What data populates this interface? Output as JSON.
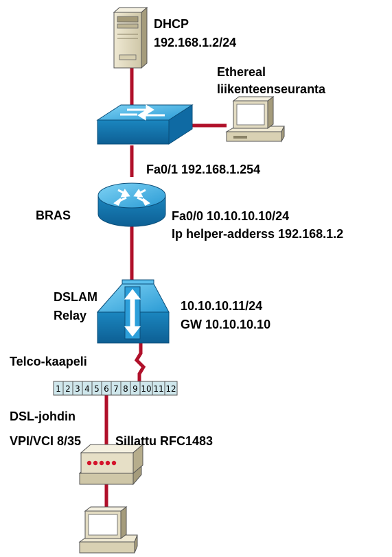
{
  "labels": {
    "dhcp_name": "DHCP",
    "dhcp_ip": "192.168.1.2/24",
    "monitor_line1": "Ethereal",
    "monitor_line2": "liikenteenseuranta",
    "fa01": "Fa0/1 192.168.1.254",
    "bras": "BRAS",
    "fa00": "Fa0/0 10.10.10.10/24",
    "ip_helper": "Ip helper-adderss 192.168.1.2",
    "dslam_line1": "DSLAM",
    "dslam_line2": "Relay",
    "dslam_ip": "10.10.10.11/24",
    "dslam_gw": "GW 10.10.10.10",
    "telco": "Telco-kaapeli",
    "dsl_wire": "DSL-johdin",
    "vpi_vci": "VPI/VCI 8/35",
    "bridged": "Sillattu RFC1483"
  },
  "patch_panel_ports": [
    "1",
    "2",
    "3",
    "4",
    "5",
    "6",
    "7",
    "8",
    "9",
    "10",
    "11",
    "12"
  ],
  "colors": {
    "link": "#b0102a",
    "device_blue": "#1f8fc8",
    "device_blue_dark": "#0d5f94",
    "device_blue_light": "#5cc0ee",
    "beige": "#e3dcc2",
    "beige_dark": "#b6ad8c",
    "panel": "#cfe7ec"
  }
}
